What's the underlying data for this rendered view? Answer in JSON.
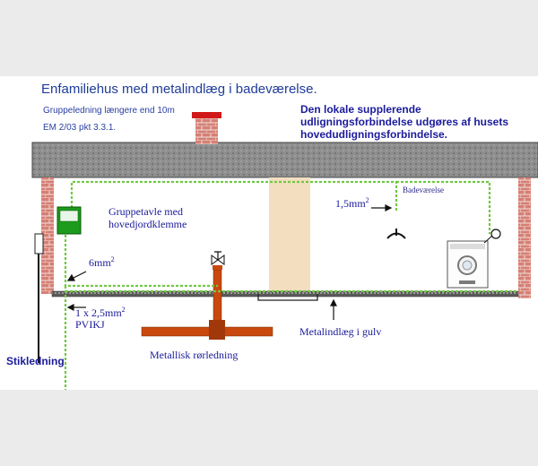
{
  "title": "Enfamiliehus med metalindlæg i badeværelse.",
  "notes": [
    "Gruppeledning længere end 10m",
    "EM 2/03 pkt 3.3.1."
  ],
  "side_note": "Den lokale supplerende udligningsforbindelse udgøres af husets hovedudligningsforbindelse.",
  "labels": {
    "group_panel": [
      "Gruppetavle med",
      "hovedjordklemme"
    ],
    "bathroom": "Badeværelse",
    "wire_1_5": {
      "text": "1,5mm",
      "sup": "2"
    },
    "wire_6": {
      "text": "6mm",
      "sup": "2"
    },
    "pvikj": {
      "size": "1 x 2,5mm",
      "sup": "2",
      "type": "PVIKJ"
    },
    "metal_insert": "Metalindlæg i gulv",
    "metal_pipe": "Metallisk rørledning",
    "supply_line": "Stikledning"
  },
  "colors": {
    "title": "#1f3c9a",
    "conductor": "#72c843",
    "pipe": "#c8480e",
    "brick": "#d77f74",
    "chimney_cap": "#d01818"
  },
  "icons": [
    "valve-icon",
    "lamp-icon",
    "washing-machine-icon"
  ]
}
